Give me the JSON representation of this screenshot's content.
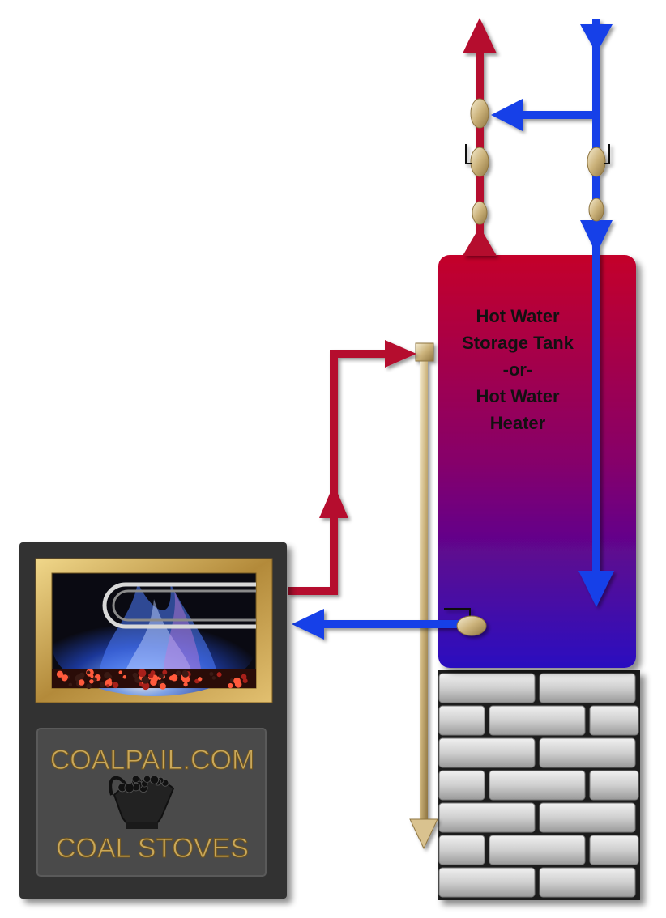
{
  "tank": {
    "label_lines": [
      "Hot Water",
      "Storage Tank",
      "-or-",
      "Hot Water",
      "Heater"
    ]
  },
  "stove": {
    "brand_top": "COALPAIL.COM",
    "brand_bottom": "COAL STOVES",
    "icon": "coal-pail-icon"
  },
  "colors": {
    "hot_pipe": "#b5102e",
    "cold_pipe": "#1540e8",
    "drain_pipe": "#d9c28f",
    "tank_top": "#c4002a",
    "tank_bottom": "#2a10c0",
    "stove_body": "#333333",
    "brass": "#d8c9a0"
  }
}
